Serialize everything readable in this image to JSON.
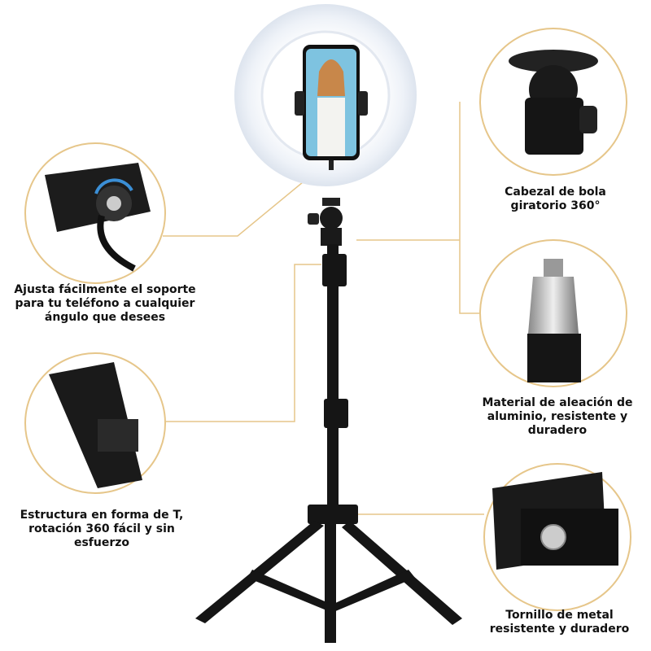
{
  "captions": {
    "phone_holder": "Ajusta fácilmente el soporte para tu teléfono a cualquier ángulo que desees",
    "t_structure": "Estructura en forma de T, rotación 360 fácil y sin esfuerzo",
    "ball_head": "Cabezal de bola giratorio 360°",
    "aluminum": "Material de aleación de aluminio, resistente y duradero",
    "screw": "Tornillo de metal resistente y duradero"
  },
  "colors": {
    "accent": "#e6c68a",
    "text": "#111111",
    "metal": "#1a1a1a"
  }
}
